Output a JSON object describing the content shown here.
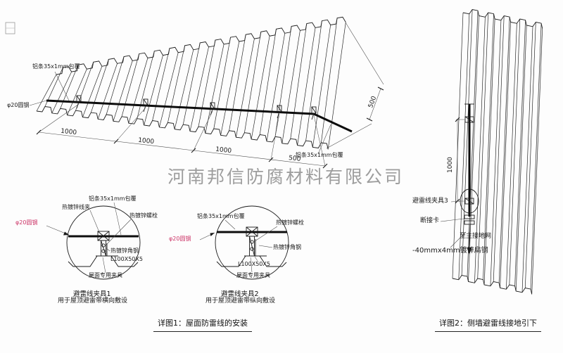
{
  "company_watermark": "河南邦信防腐材料有限公司",
  "colors": {
    "line": "#1a1a1a",
    "red_label": "#cc3366",
    "watermark_gray": "#8d8d8d"
  },
  "roof_view": {
    "caption": "详图1：屋面防雷线的安装",
    "label_alum_strip_left": "铝条35x1mm包覆",
    "label_round_steel": "φ20圆钢",
    "label_alum_strip_right": "铝条35x1mm包覆",
    "dims": {
      "span1": "1000",
      "span2": "1000",
      "span3": "1000",
      "span4": "500",
      "eave": "500"
    }
  },
  "clamp_detail_1": {
    "title": "避雷线夹具1",
    "subtitle": "用于屋顶避雷带横向敷设",
    "label_wire_clip": "热镀锌线夹",
    "label_alum_strip": "铝条35x1mm包覆",
    "label_bolt": "热镀锌螺栓",
    "label_round_steel": "φ20圆钢",
    "label_angle_steel": "热镀锌角钢",
    "label_angle_spec": "L100X50X5",
    "label_roof_clamp": "屋面专用夹具"
  },
  "clamp_detail_2": {
    "title": "避雷线夹具2",
    "subtitle": "用于屋顶避雷带纵向敷设",
    "label_alum_strip": "铝条35x1mm包覆",
    "label_bolt": "热镀锌螺栓",
    "label_round_steel": "φ20圆钢",
    "label_angle_steel": "热镀锌角钢",
    "label_angle_spec": "L100X50X5",
    "label_roof_clamp": "屋面专用夹具"
  },
  "wall_view": {
    "caption": "详图2：侧墙避雷线接地引下",
    "dim_spacing": "1000",
    "label_clamp3": "避雷线夹具3",
    "label_disconnect": "断接卡",
    "label_to_ground": "至主接地网",
    "label_flat_steel": "-40mmx4mm镀锌扁钢"
  }
}
